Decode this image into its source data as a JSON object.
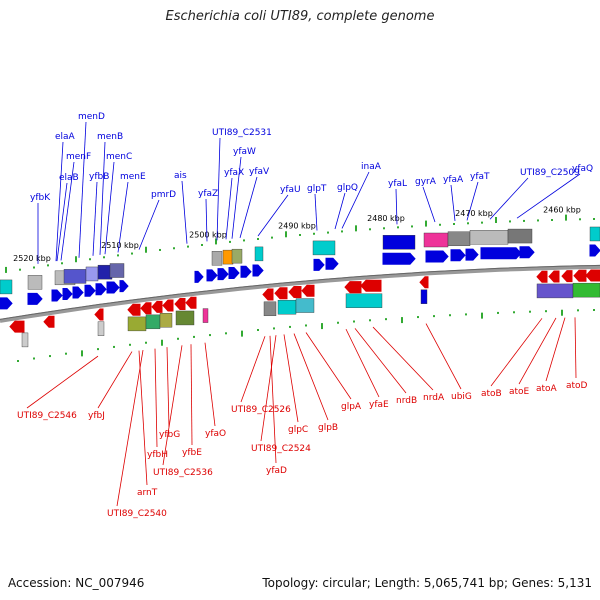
{
  "title": "Escherichia coli UTI89, complete genome",
  "footer": {
    "accession": "Accession: NC_007946",
    "topology": "Topology: circular; Length: 5,065,741 bp; Genes: 5,131"
  },
  "colors": {
    "forward": "#0000dd",
    "reverse": "#dd0000",
    "backbone": "#888888",
    "tick": "#33aa33"
  },
  "ticks": [
    "2520 kbp",
    "2510 kbp",
    "2500 kbp",
    "2490 kbp",
    "2480 kbp",
    "2470 kbp",
    "2460 kbp"
  ],
  "top_labels": [
    "yfbK",
    "elaB",
    "elaA",
    "menF",
    "menD",
    "yfbB",
    "menB",
    "menC",
    "menE",
    "pmrD",
    "ais",
    "yfaZ",
    "UTI89_C2531",
    "yfaX",
    "yfaW",
    "yfaV",
    "yfaU",
    "glpT",
    "glpQ",
    "inaA",
    "yfaL",
    "gyrA",
    "yfaA",
    "yfaT",
    "UTI89_C2509",
    "yfaQ"
  ],
  "bottom_labels": [
    "UTI89_C2546",
    "yfbJ",
    "arnT",
    "UTI89_C2540",
    "yfbH",
    "yfbG",
    "UTI89_C2536",
    "yfbE",
    "yfaO",
    "UTI89_C2526",
    "yfaD",
    "UTI89_C2524",
    "glpC",
    "glpB",
    "glpA",
    "yfaE",
    "nrdB",
    "nrdA",
    "ubiG",
    "atoB",
    "atoE",
    "atoA",
    "atoD"
  ]
}
